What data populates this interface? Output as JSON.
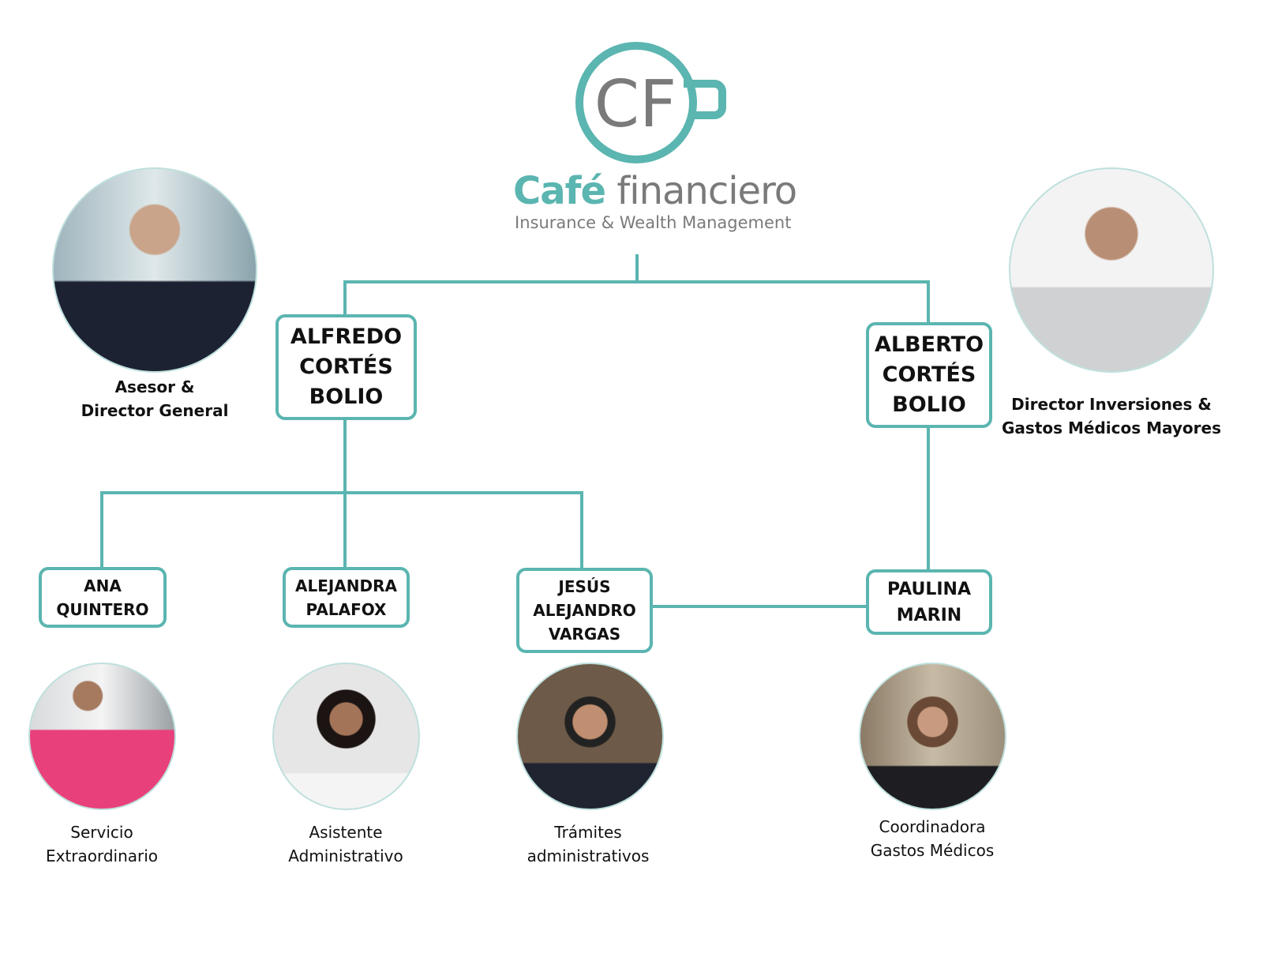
{
  "colors": {
    "accent": "#5bb5b0",
    "logo_gray": "#7a7a7a"
  },
  "logo": {
    "monogram": "CF",
    "brand_primary": "Café",
    "brand_secondary": "financiero",
    "tagline": "Insurance & Wealth Management"
  },
  "people": {
    "alfredo": {
      "name_lines": [
        "ALFREDO",
        "CORTÉS",
        "BOLIO"
      ],
      "role_lines": [
        "Asesor &",
        "Director General"
      ]
    },
    "alberto": {
      "name_lines": [
        "ALBERTO",
        "CORTÉS",
        "BOLIO"
      ],
      "role_lines": [
        "Director Inversiones &",
        "Gastos Médicos Mayores"
      ]
    },
    "ana": {
      "name_lines": [
        "ANA",
        "QUINTERO"
      ],
      "role_lines": [
        "Servicio",
        "Extraordinario"
      ]
    },
    "alejandra": {
      "name_lines": [
        "ALEJANDRA",
        "PALAFOX"
      ],
      "role_lines": [
        "Asistente",
        "Administrativo"
      ]
    },
    "jesus": {
      "name_lines": [
        "JESÚS",
        "ALEJANDRO",
        "VARGAS"
      ],
      "role_lines": [
        "Trámites",
        "administrativos"
      ]
    },
    "paulina": {
      "name_lines": [
        "PAULINA",
        "MARIN"
      ],
      "role_lines": [
        "Coordinadora",
        "Gastos Médicos"
      ]
    }
  }
}
